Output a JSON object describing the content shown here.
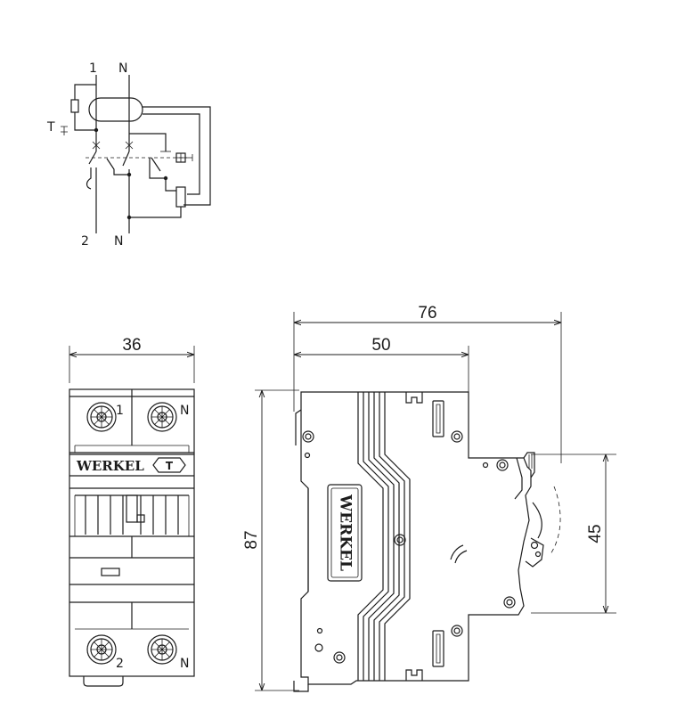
{
  "schematic": {
    "terminal_top_left": "1",
    "terminal_top_right": "N",
    "terminal_bottom_left": "2",
    "terminal_bottom_right": "N",
    "test_label": "T"
  },
  "front_view": {
    "width_dimension": "36",
    "brand": "WERKEL",
    "test_button": "T",
    "terminal_top_left": "1",
    "terminal_top_right": "N",
    "terminal_bottom_left": "2",
    "terminal_bottom_right": "N"
  },
  "side_view": {
    "depth_total": "76",
    "depth_front": "50",
    "height": "87",
    "front_height": "45",
    "brand": "WERKEL"
  }
}
